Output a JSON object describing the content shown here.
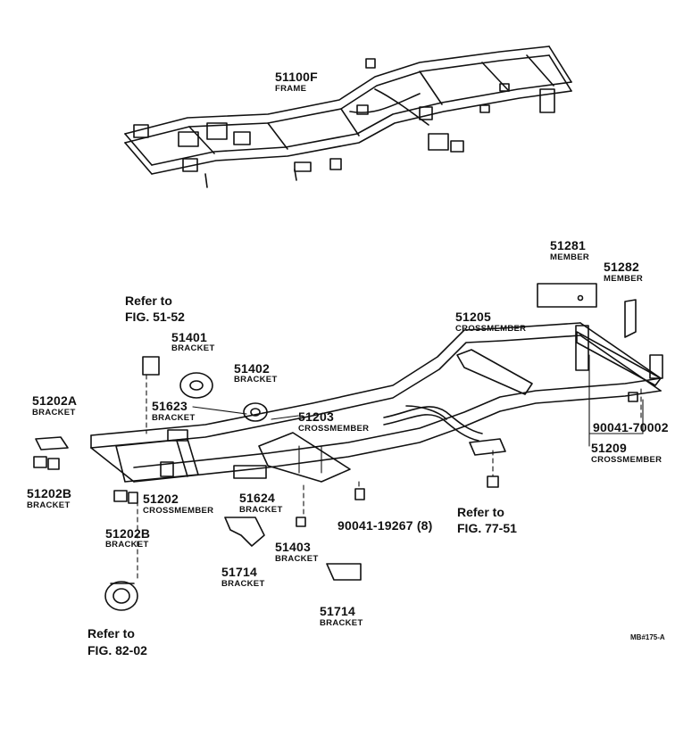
{
  "parts": {
    "frame": {
      "number": "51100F",
      "name": "FRAME"
    },
    "member_51281": {
      "number": "51281",
      "name": "MEMBER"
    },
    "member_51282": {
      "number": "51282",
      "name": "MEMBER"
    },
    "cross_51205": {
      "number": "51205",
      "name": "CROSSMEMBER"
    },
    "br_51401": {
      "number": "51401",
      "name": "BRACKET"
    },
    "br_51402": {
      "number": "51402",
      "name": "BRACKET"
    },
    "br_51623": {
      "number": "51623",
      "name": "BRACKET"
    },
    "cross_51203": {
      "number": "51203",
      "name": "CROSSMEMBER"
    },
    "br_51202a": {
      "number": "51202A",
      "name": "BRACKET"
    },
    "br_51202b_1": {
      "number": "51202B",
      "name": "BRACKET"
    },
    "cross_51202": {
      "number": "51202",
      "name": "CROSSMEMBER"
    },
    "br_51202b_2": {
      "number": "51202B",
      "name": "BRACKET"
    },
    "br_51624": {
      "number": "51624",
      "name": "BRACKET"
    },
    "br_51403": {
      "number": "51403",
      "name": "BRACKET"
    },
    "br_51714_1": {
      "number": "51714",
      "name": "BRACKET"
    },
    "br_51714_2": {
      "number": "51714",
      "name": "BRACKET"
    },
    "cross_51209": {
      "number": "51209",
      "name": "CROSSMEMBER"
    },
    "bolt_70002": {
      "number": "90041-70002"
    },
    "bolt_19267": {
      "number": "90041-19267 (8)"
    }
  },
  "refs": {
    "fig_51_52": {
      "line1": "Refer to",
      "line2": "FIG. 51-52"
    },
    "fig_77_51": {
      "line1": "Refer to",
      "line2": "FIG. 77-51"
    },
    "fig_82_02": {
      "line1": "Refer to",
      "line2": "FIG. 82-02"
    }
  },
  "diagram_code": "MB#175-A"
}
